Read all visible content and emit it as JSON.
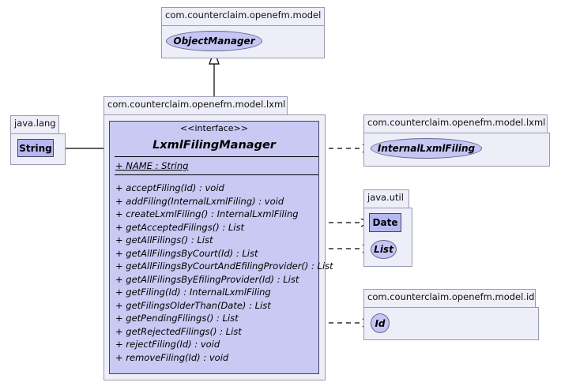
{
  "packages": {
    "model": {
      "name": "com.counterclaim.openefm.model",
      "elements": {
        "object_manager": "ObjectManager"
      }
    },
    "java_lang": {
      "name": "java.lang",
      "elements": {
        "string": "String"
      }
    },
    "model_lxml_main": {
      "name": "com.counterclaim.openefm.model.lxml"
    },
    "model_lxml_ext": {
      "name": "com.counterclaim.openefm.model.lxml",
      "elements": {
        "internal_lxml_filing": "InternalLxmlFiling"
      }
    },
    "java_util": {
      "name": "java.util",
      "elements": {
        "date": "Date",
        "list": "List"
      }
    },
    "model_id": {
      "name": "com.counterclaim.openefm.model.id",
      "elements": {
        "id": "Id"
      }
    }
  },
  "interface_class": {
    "stereotype": "<<interface>>",
    "name": "LxmlFilingManager",
    "attribute": "+ NAME : String",
    "methods": [
      "+ acceptFiling(Id) : void",
      "+ addFiling(InternalLxmlFiling) : void",
      "+ createLxmlFiling() : InternalLxmlFiling",
      "+ getAcceptedFilings() : List",
      "+ getAllFilings() : List",
      "+ getAllFilingsByCourt(Id) : List",
      "+ getAllFilingsByCourtAndEfilingProvider() : List",
      "+ getAllFilingsByEfilingProvider(Id) : List",
      "+ getFiling(Id) : InternalLxmlFiling",
      "+ getFilingsOlderThan(Date) : List",
      "+ getPendingFilings() : List",
      "+ getRejectedFilings() : List",
      "+ rejectFiling(Id) : void",
      "+ removeFiling(Id) : void"
    ]
  },
  "colors": {
    "package_fill": "#eeeef9",
    "interface_fill": "#c9c9f4",
    "element_fill": "#c6c6f4",
    "class_fill": "#b7b7f2"
  }
}
